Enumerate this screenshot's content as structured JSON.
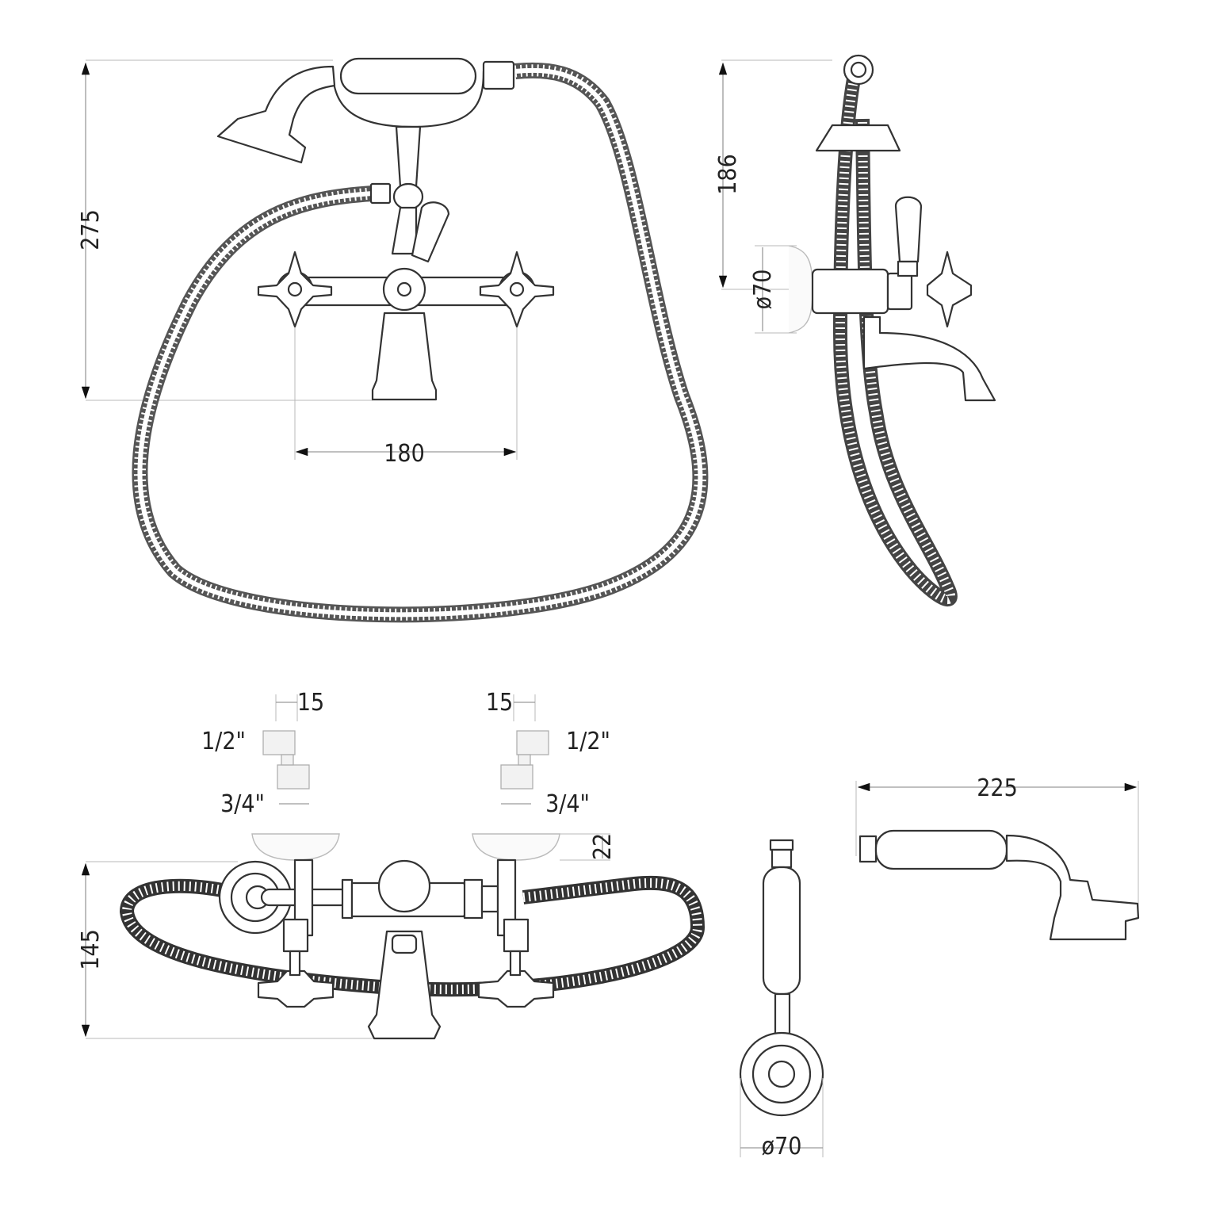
{
  "dimensions": {
    "front_height": "275",
    "center_distance": "180",
    "side_height": "186",
    "side_flange_diameter": "ø70",
    "top_height": "145",
    "bowl_height": "22",
    "left_offset": "15",
    "right_offset": "15",
    "left_inlet_small": "1/2\"",
    "right_inlet_small": "1/2\"",
    "left_inlet_large": "3/4\"",
    "right_inlet_large": "3/4\"",
    "handset_length": "225",
    "holder_diameter": "ø70"
  },
  "colors": {
    "line": "#333333",
    "dimension": "#9a9a9a",
    "background": "#ffffff"
  }
}
